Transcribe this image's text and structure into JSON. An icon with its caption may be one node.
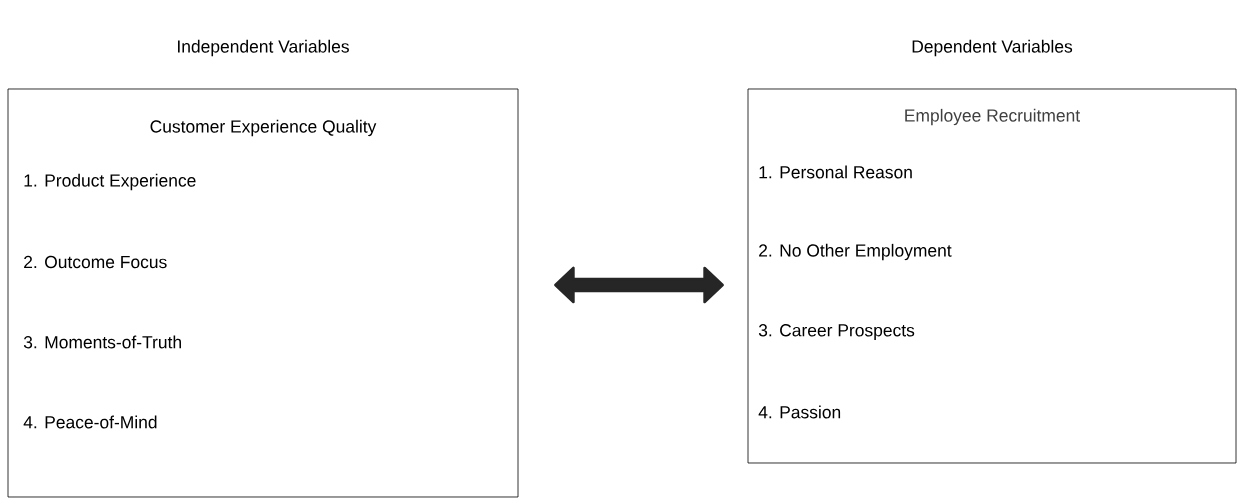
{
  "diagram": {
    "nodes": [
      {
        "text": [
          "Independent Variables",
          "Customer Experience Quality",
          "1. Product Experience",
          "2. Outcome Focus",
          "3. Moments-of-Truth",
          "4. Peace-of-Mind"
        ]
      },
      {
        "text": [
          "Dependent Variables",
          "Employee Recruitment",
          "1. Personal Reason",
          "2. No Other Employment",
          "3. Career Prospects",
          "4. Passion"
        ]
      }
    ],
    "edges": [
      {
        "from": 0,
        "to": 1,
        "arrow": "both"
      }
    ]
  }
}
